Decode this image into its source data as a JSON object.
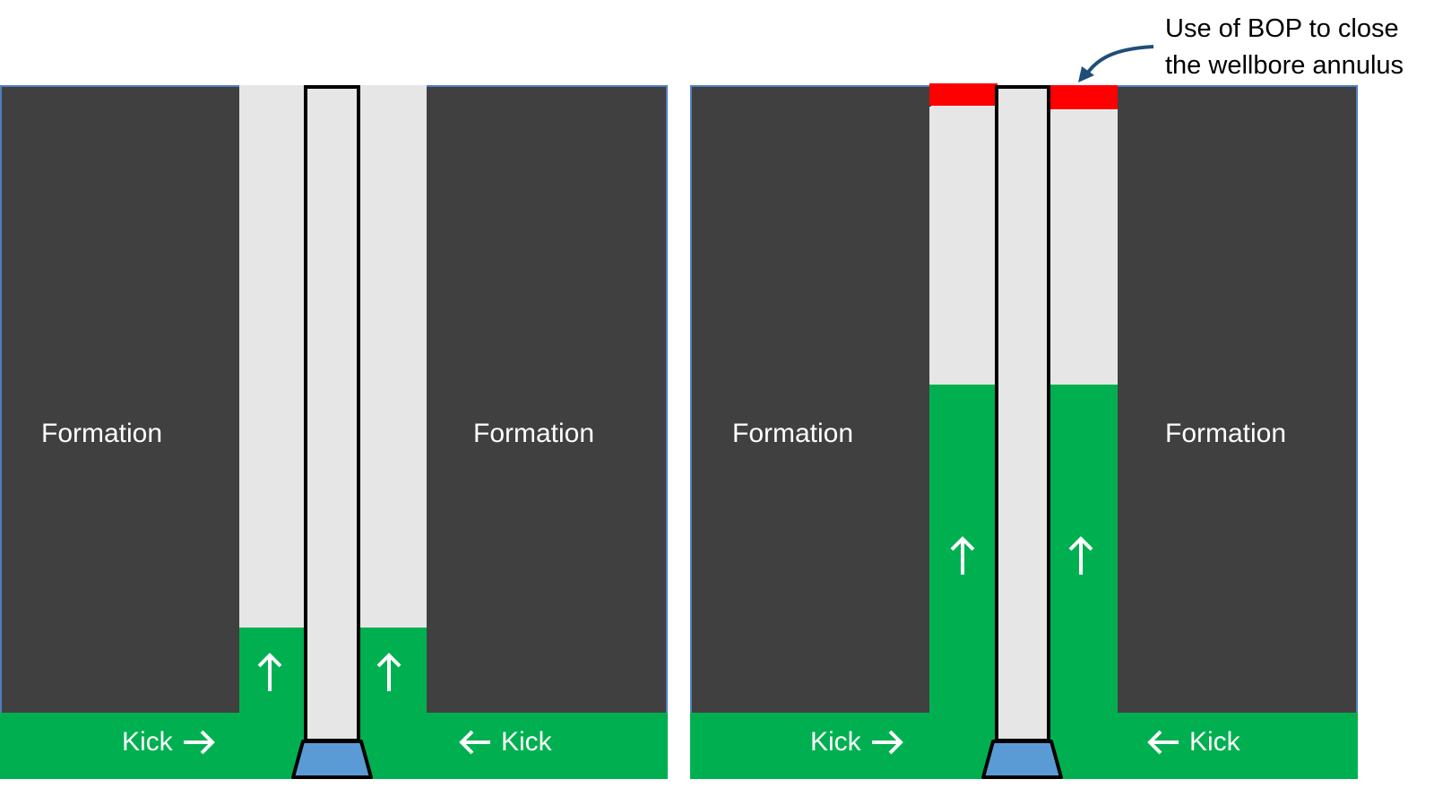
{
  "callout": {
    "line1": "Use of BOP to close",
    "line2": "the wellbore annulus"
  },
  "left_panel": {
    "formation_left": "Formation",
    "formation_right": "Formation",
    "kick_left": "Kick",
    "kick_right": "Kick"
  },
  "right_panel": {
    "formation_left": "Formation",
    "formation_right": "Formation",
    "kick_left": "Kick",
    "kick_right": "Kick"
  },
  "colors": {
    "formation": "#404040",
    "drilling_mud": "#e6e6e6",
    "kick_fluid": "#00b050",
    "bop": "#ff0000",
    "drill_bit": "#5b9bd5",
    "callout_arrow": "#1f4e79"
  },
  "icons": [
    "arrow-up-icon",
    "arrow-right-icon",
    "arrow-left-icon",
    "callout-arrow-icon",
    "drill-bit-icon"
  ]
}
